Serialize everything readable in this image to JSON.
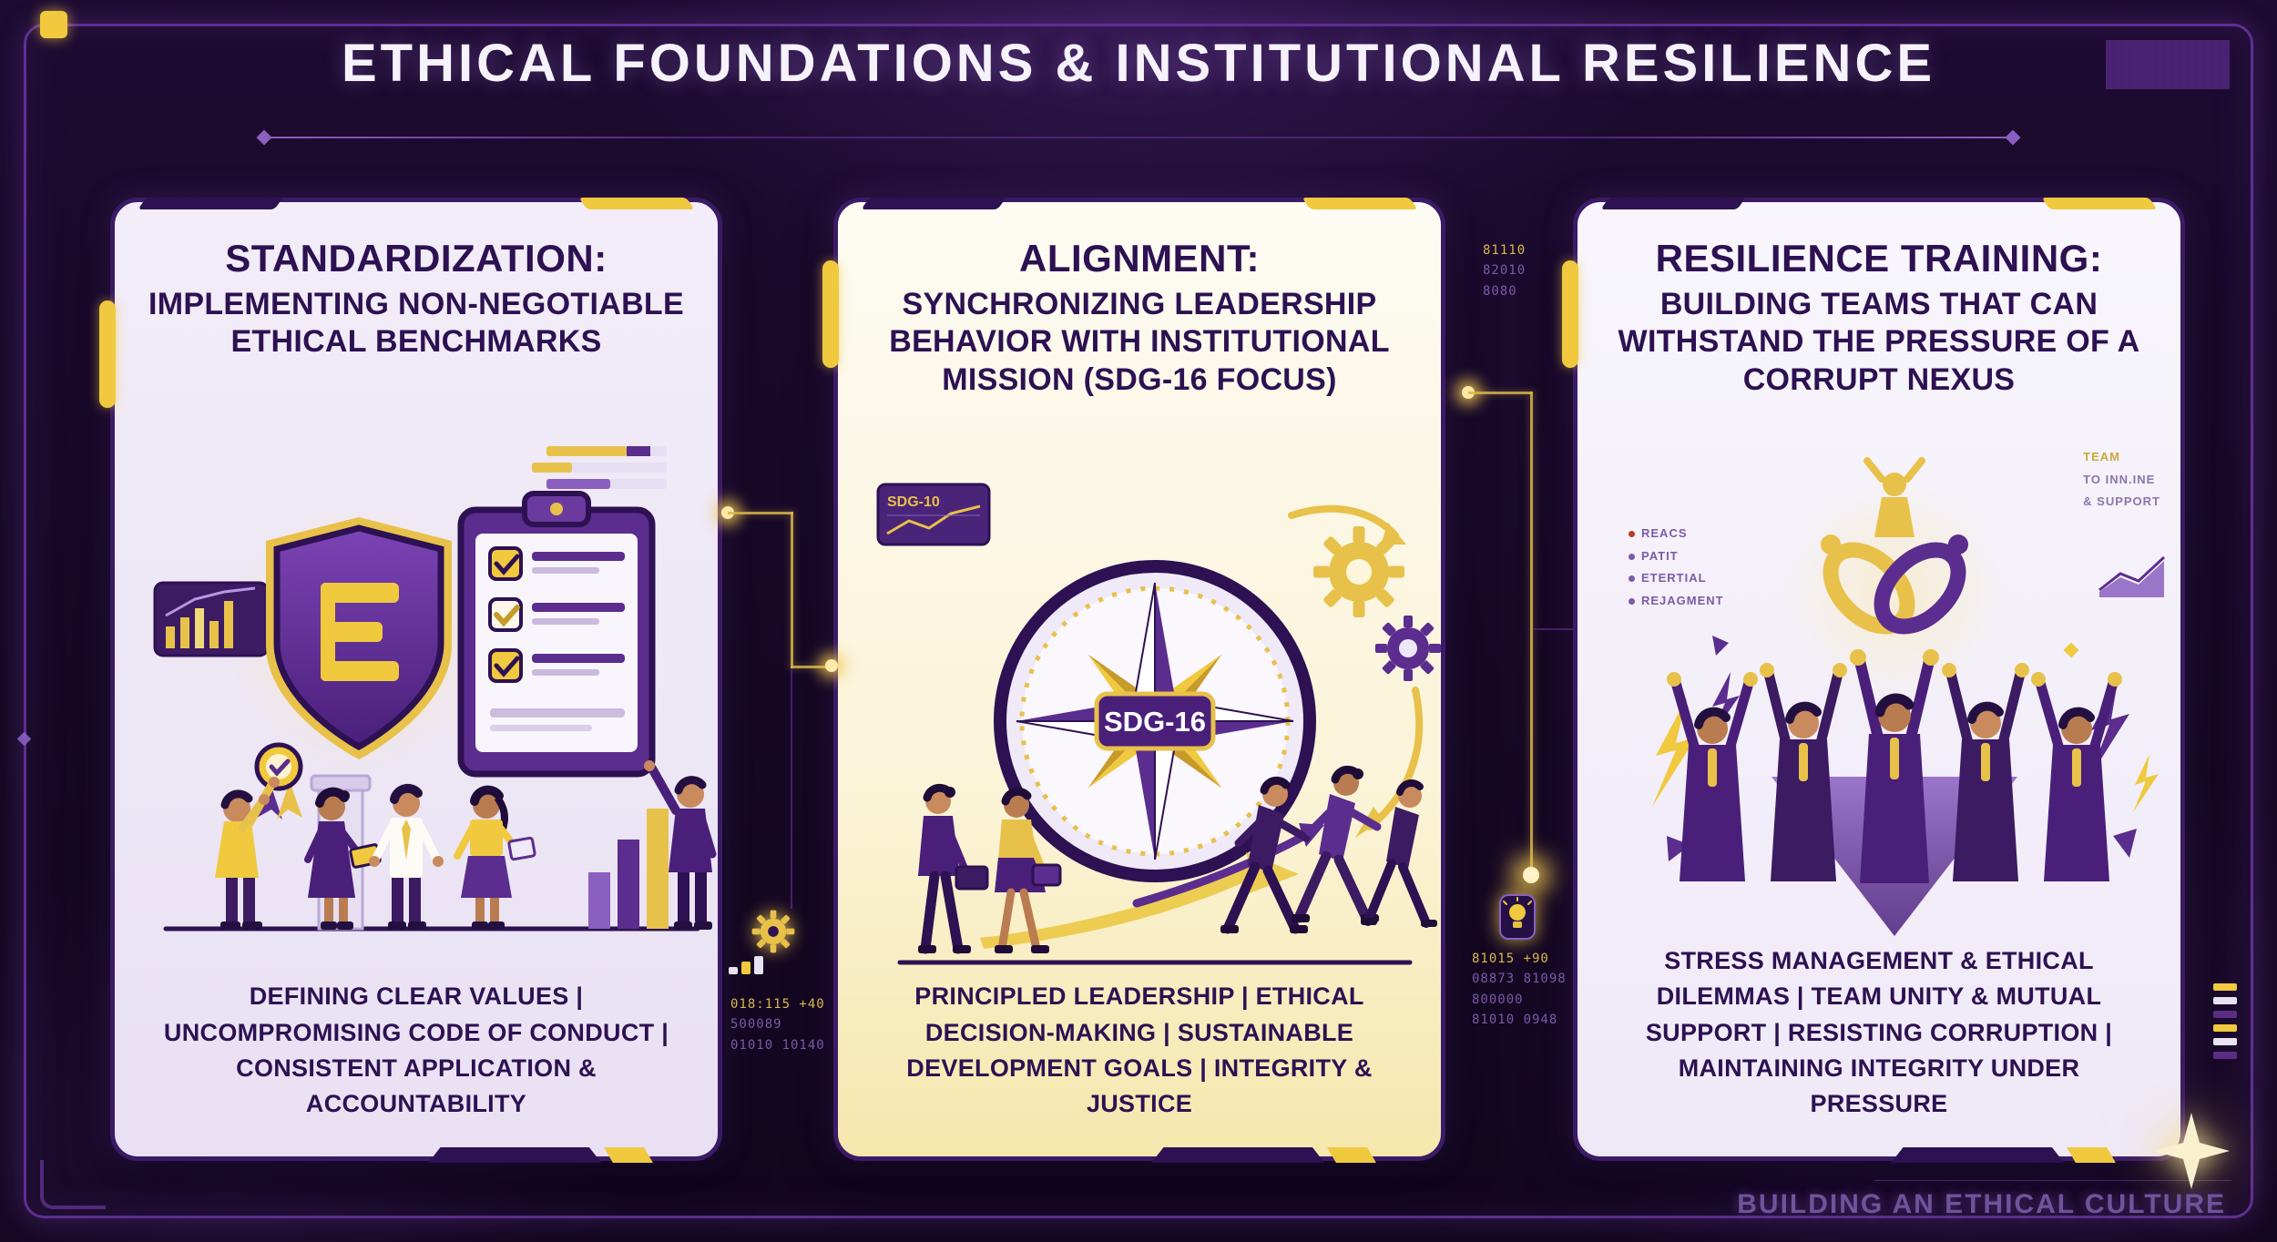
{
  "header": {
    "title": "ETHICAL FOUNDATIONS & INSTITUTIONAL RESILIENCE"
  },
  "cards": [
    {
      "heading": "STANDARDIZATION:",
      "subheading": "IMPLEMENTING NON-NEGOTIABLE ETHICAL BENCHMARKS",
      "footer": "DEFINING CLEAR VALUES | UNCOMPROMISING CODE OF CONDUCT | CONSISTENT APPLICATION & ACCOUNTABILITY"
    },
    {
      "heading": "ALIGNMENT:",
      "subheading": "SYNCHRONIZING LEADERSHIP BEHAVIOR WITH INSTITUTIONAL MISSION (SDG-16 FOCUS)",
      "badge": "SDG-16",
      "mini_chart_label": "SDG-10",
      "footer": "PRINCIPLED LEADERSHIP | ETHICAL DECISION-MAKING | SUSTAINABLE DEVELOPMENT GOALS | INTEGRITY & JUSTICE"
    },
    {
      "heading": "RESILIENCE TRAINING:",
      "subheading": "BUILDING TEAMS THAT CAN WITHSTAND THE PRESSURE OF A CORRUPT NEXUS",
      "footer": "STRESS MANAGEMENT & ETHICAL DILEMMAS | TEAM UNITY & MUTUAL SUPPORT | RESISTING CORRUPTION | MAINTAINING INTEGRITY UNDER PRESSURE",
      "left_labels": [
        "REACS",
        "PATIT",
        "ETERTIAL",
        "REJAGMENT"
      ],
      "right_labels": [
        "TEAM",
        "TO INN.INE",
        "& SUPPORT"
      ]
    }
  ],
  "footer": {
    "tagline": "BUILDING AN ETHICAL CULTURE"
  },
  "decor": {
    "digits_top_mid": [
      "81110",
      "82010",
      "8080"
    ],
    "digits_bottom_left": [
      "018:115  +40",
      "500089",
      "01010 10140"
    ],
    "digits_bottom_mid": [
      "81015  +90",
      "08873 81098",
      "800000",
      "81010 0948"
    ]
  },
  "colors": {
    "background": "#170925",
    "accent_yellow": "#f0c93f",
    "accent_purple": "#5b2d8e",
    "deep_purple": "#2d1152",
    "card_text": "#2d1152"
  }
}
